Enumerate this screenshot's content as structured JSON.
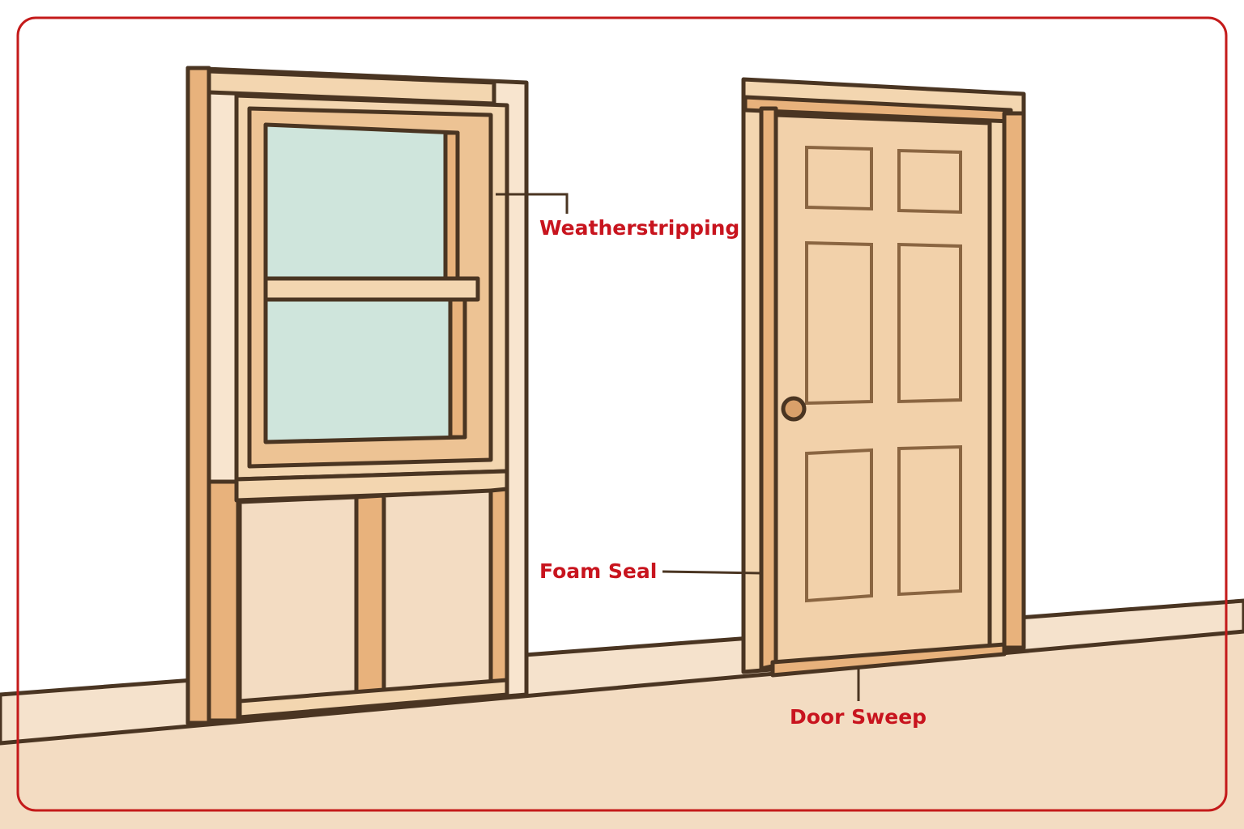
{
  "labels": {
    "weatherstripping": "Weatherstripping",
    "foam_seal": "Foam Seal",
    "door_sweep": "Door Sweep"
  },
  "colors": {
    "label_red": "#c8141e",
    "border_red": "#c41a1a",
    "outline": "#4a3522",
    "wood_light": "#f3d6b0",
    "wood_dark": "#e8b27c",
    "glass": "#cfe5dc",
    "floor": "#f3dcc2"
  }
}
